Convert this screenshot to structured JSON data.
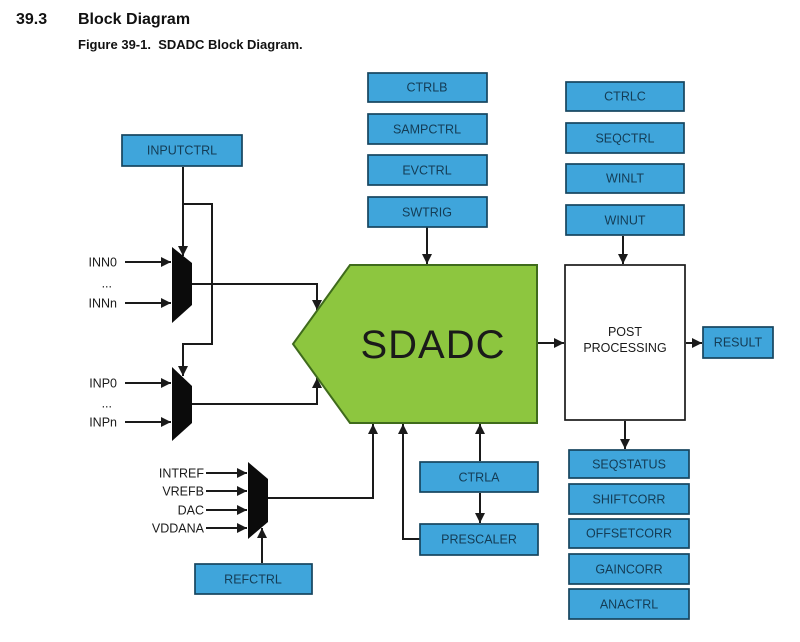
{
  "page": {
    "section_number": "39.3",
    "section_title": "Block Diagram",
    "figure_caption": "Figure 39-1.  SDADC Block Diagram."
  },
  "colors": {
    "register_fill": "#3FA5DB",
    "register_border": "#16455F",
    "register_text": "#143C55",
    "core_fill": "#8DC63F",
    "core_border": "#3F6B1C",
    "line_color": "#1A1A1A"
  },
  "core": {
    "label": "SDADC"
  },
  "post_processing": {
    "line1": "POST",
    "line2": "PROCESSING"
  },
  "registers": {
    "input_ctrl": "INPUTCTRL",
    "top_center": [
      "CTRLB",
      "SAMPCTRL",
      "EVCTRL",
      "SWTRIG"
    ],
    "top_right": [
      "CTRLC",
      "SEQCTRL",
      "WINLT",
      "WINUT"
    ],
    "bottom_right": [
      "SEQSTATUS",
      "SHIFTCORR",
      "OFFSETCORR",
      "GAINCORR",
      "ANACTRL"
    ],
    "ctrla": "CTRLA",
    "prescaler": "PRESCALER",
    "refctrl": "REFCTRL",
    "result": "RESULT"
  },
  "signals": {
    "negative": {
      "first": "INN0",
      "ellipsis": "...",
      "last": "INNn"
    },
    "positive": {
      "first": "INP0",
      "ellipsis": "...",
      "last": "INPn"
    },
    "reference": [
      "INTREF",
      "VREFB",
      "DAC",
      "VDDANA"
    ]
  }
}
